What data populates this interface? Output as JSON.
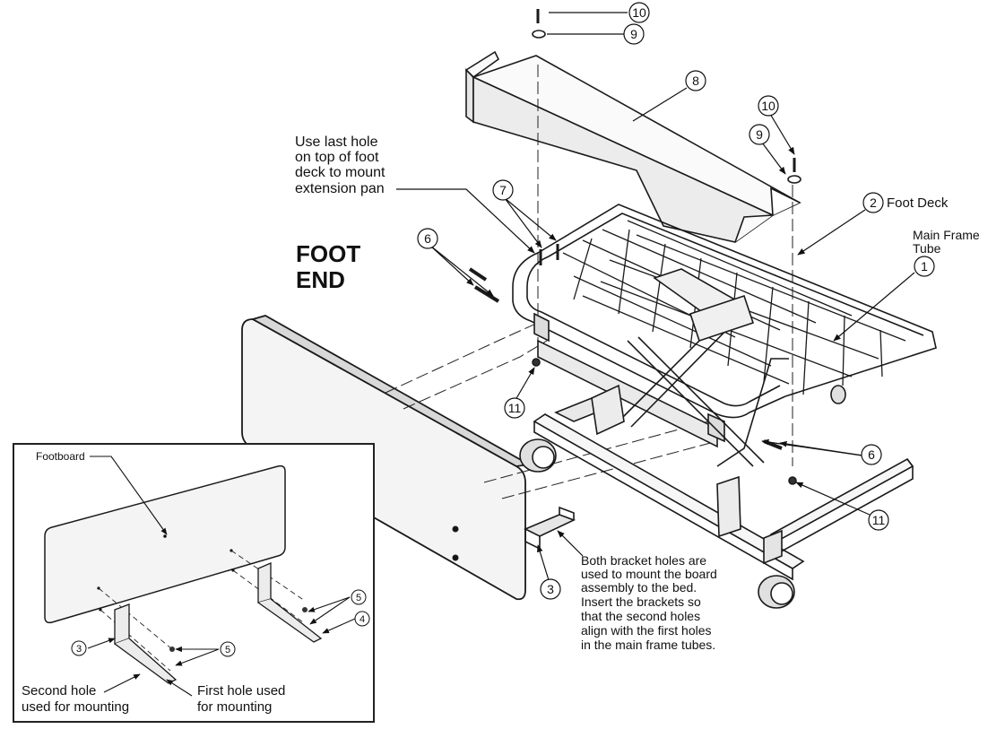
{
  "title": {
    "line1": "FOOT",
    "line2": "END"
  },
  "callouts": {
    "last_hole": [
      "Use last hole",
      "on top of foot",
      "deck to mount",
      "extension pan"
    ],
    "foot_deck": "Foot Deck",
    "main_frame_tube": [
      "Main Frame",
      "Tube"
    ],
    "bracket_note": [
      "Both bracket holes are",
      "used to mount the board",
      "assembly to the bed.",
      "Insert the brackets so",
      "that the second holes",
      "align with the first holes",
      "in the main frame tubes."
    ]
  },
  "part_numbers": {
    "p1": "1",
    "p2": "2",
    "p3": "3",
    "p6": "6",
    "p7": "7",
    "p8": "8",
    "p9": "9",
    "p10": "10",
    "p11": "11"
  },
  "inset": {
    "footboard": "Footboard",
    "second_hole": [
      "Second hole",
      "used for mounting"
    ],
    "first_hole": [
      "First hole used",
      "for mounting"
    ],
    "part_numbers": {
      "p3": "3",
      "p4": "4",
      "p5": "5"
    }
  },
  "colors": {
    "line": "#1a1a1a",
    "panel": "#f4f4f4",
    "shade": "#d8d8d8"
  }
}
